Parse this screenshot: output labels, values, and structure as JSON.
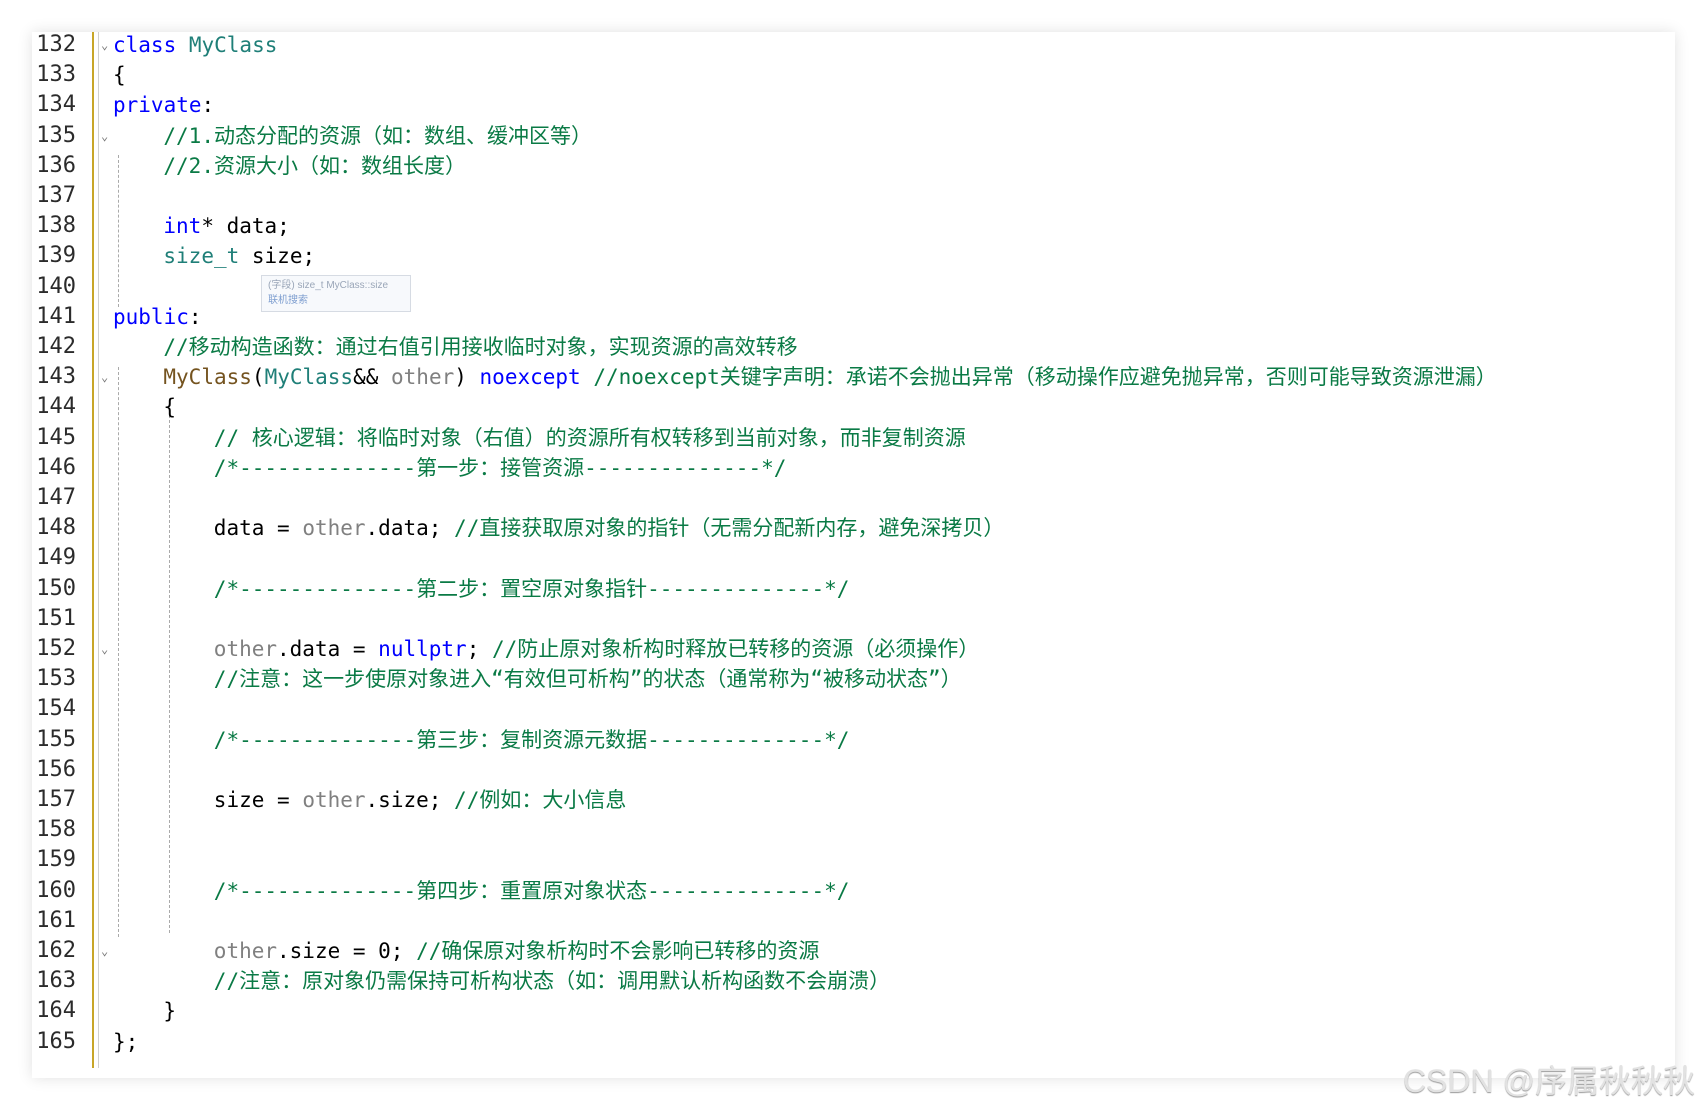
{
  "editor": {
    "lines": [
      {
        "n": "132",
        "fold": true,
        "indent": 0,
        "tokens": [
          [
            "class",
            "kw"
          ],
          [
            " MyClass",
            "ty"
          ]
        ]
      },
      {
        "n": "133",
        "indent": 0,
        "tokens": [
          [
            "{",
            "tx"
          ]
        ]
      },
      {
        "n": "134",
        "indent": 0,
        "tokens": [
          [
            "private",
            "kw"
          ],
          [
            ":",
            "tx"
          ]
        ]
      },
      {
        "n": "135",
        "fold": true,
        "indent": 1,
        "tokens": [
          [
            "//1.动态分配的资源（如：数组、缓冲区等）",
            "cm"
          ]
        ]
      },
      {
        "n": "136",
        "indent": 1,
        "tokens": [
          [
            "//2.资源大小（如：数组长度）",
            "cm"
          ]
        ]
      },
      {
        "n": "137",
        "indent": 0,
        "tokens": []
      },
      {
        "n": "138",
        "indent": 1,
        "tokens": [
          [
            "int",
            "kw"
          ],
          [
            "* data;",
            "tx"
          ]
        ]
      },
      {
        "n": "139",
        "indent": 1,
        "tokens": [
          [
            "size_t",
            "ty"
          ],
          [
            " size;",
            "tx"
          ]
        ]
      },
      {
        "n": "140",
        "indent": 0,
        "tokens": []
      },
      {
        "n": "141",
        "indent": 0,
        "tokens": [
          [
            "public",
            "kw"
          ],
          [
            ":",
            "tx"
          ]
        ]
      },
      {
        "n": "142",
        "indent": 1,
        "tokens": [
          [
            "//移动构造函数：通过右值引用接收临时对象，实现资源的高效转移",
            "cm"
          ]
        ]
      },
      {
        "n": "143",
        "fold": true,
        "indent": 1,
        "tokens": [
          [
            "MyClass",
            "fn"
          ],
          [
            "(",
            "tx"
          ],
          [
            "MyClass",
            "ty"
          ],
          [
            "&& ",
            "tx"
          ],
          [
            "other",
            "pm"
          ],
          [
            ") ",
            "tx"
          ],
          [
            "noexcept",
            "kw"
          ],
          [
            " ",
            "tx"
          ],
          [
            "//noexcept关键字声明：承诺不会抛出异常（移动操作应避免抛异常，否则可能导致资源泄漏）",
            "cm"
          ]
        ]
      },
      {
        "n": "144",
        "indent": 1,
        "tokens": [
          [
            "{",
            "tx"
          ]
        ]
      },
      {
        "n": "145",
        "indent": 2,
        "tokens": [
          [
            "// 核心逻辑：将临时对象（右值）的资源所有权转移到当前对象，而非复制资源",
            "cm"
          ]
        ]
      },
      {
        "n": "146",
        "indent": 2,
        "tokens": [
          [
            "/*--------------第一步：接管资源--------------*/",
            "cm"
          ]
        ]
      },
      {
        "n": "147",
        "indent": 0,
        "tokens": []
      },
      {
        "n": "148",
        "indent": 2,
        "tokens": [
          [
            "data = ",
            "tx"
          ],
          [
            "other",
            "pm"
          ],
          [
            ".data; ",
            "tx"
          ],
          [
            "//直接获取原对象的指针（无需分配新内存，避免深拷贝）",
            "cm"
          ]
        ]
      },
      {
        "n": "149",
        "indent": 0,
        "tokens": []
      },
      {
        "n": "150",
        "indent": 2,
        "tokens": [
          [
            "/*--------------第二步：置空原对象指针--------------*/",
            "cm"
          ]
        ]
      },
      {
        "n": "151",
        "indent": 0,
        "tokens": []
      },
      {
        "n": "152",
        "fold": true,
        "indent": 2,
        "tokens": [
          [
            "other",
            "pm"
          ],
          [
            ".data = ",
            "tx"
          ],
          [
            "nullptr",
            "kw"
          ],
          [
            "; ",
            "tx"
          ],
          [
            "//防止原对象析构时释放已转移的资源（必须操作）",
            "cm"
          ]
        ]
      },
      {
        "n": "153",
        "indent": 2,
        "tokens": [
          [
            "//注意：这一步使原对象进入“有效但可析构”的状态（通常称为“被移动状态”）",
            "cm"
          ]
        ]
      },
      {
        "n": "154",
        "indent": 0,
        "tokens": []
      },
      {
        "n": "155",
        "indent": 2,
        "tokens": [
          [
            "/*--------------第三步：复制资源元数据--------------*/",
            "cm"
          ]
        ]
      },
      {
        "n": "156",
        "indent": 0,
        "tokens": []
      },
      {
        "n": "157",
        "indent": 2,
        "tokens": [
          [
            "size = ",
            "tx"
          ],
          [
            "other",
            "pm"
          ],
          [
            ".size; ",
            "tx"
          ],
          [
            "//例如：大小信息",
            "cm"
          ]
        ]
      },
      {
        "n": "158",
        "indent": 0,
        "tokens": []
      },
      {
        "n": "159",
        "indent": 0,
        "tokens": []
      },
      {
        "n": "160",
        "indent": 2,
        "tokens": [
          [
            "/*--------------第四步：重置原对象状态--------------*/",
            "cm"
          ]
        ]
      },
      {
        "n": "161",
        "indent": 0,
        "tokens": []
      },
      {
        "n": "162",
        "fold": true,
        "indent": 2,
        "tokens": [
          [
            "other",
            "pm"
          ],
          [
            ".size = 0; ",
            "tx"
          ],
          [
            "//确保原对象析构时不会影响已转移的资源",
            "cm"
          ]
        ]
      },
      {
        "n": "163",
        "indent": 2,
        "tokens": [
          [
            "//注意：原对象仍需保持可析构状态（如：调用默认析构函数不会崩溃）",
            "cm"
          ]
        ]
      },
      {
        "n": "164",
        "indent": 1,
        "tokens": [
          [
            "}",
            "tx"
          ]
        ]
      },
      {
        "n": "165",
        "indent": 0,
        "tokens": [
          [
            "};",
            "tx"
          ]
        ]
      }
    ]
  },
  "tooltip": {
    "signature": "(字段) size_t MyClass::size",
    "link": "联机搜索"
  },
  "watermark": "CSDN @序属秋秋秋",
  "colors": {
    "keyword": "#0000ff",
    "comment": "#0a7a45",
    "type": "#1f7f78",
    "function": "#74531f",
    "parameter": "#808080",
    "change_bar": "#c8a628"
  }
}
